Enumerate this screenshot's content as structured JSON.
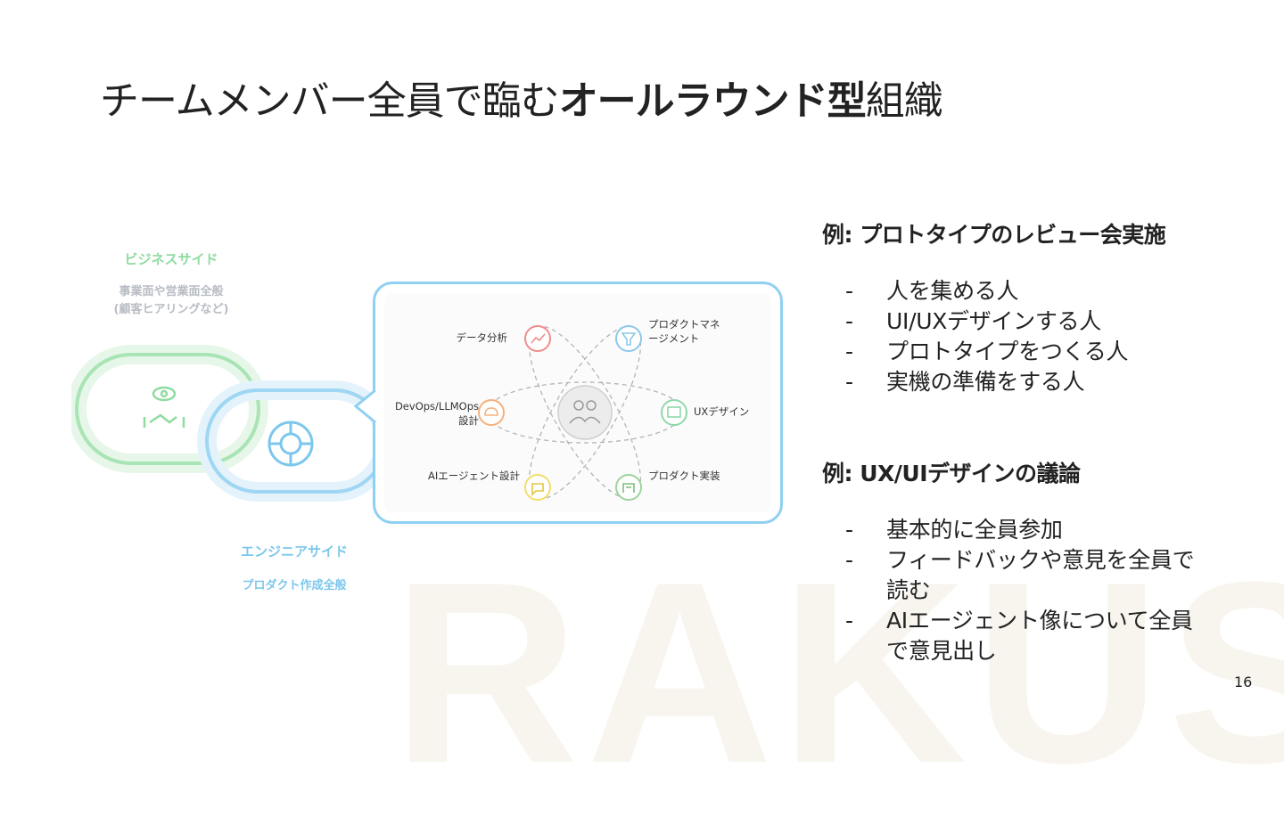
{
  "slide": {
    "watermark": "RAKUS",
    "title_prefix": "チームメンバー全員で臨む",
    "title_bold": "オールラウンド型",
    "title_suffix": "組織",
    "page_number": "16"
  },
  "diagram": {
    "business_label": "ビジネスサイド",
    "business_desc_line1": "事業面や営業面全般",
    "business_desc_line2": "(顧客ヒアリングなど)",
    "engineer_label": "エンジニアサイド",
    "engineer_desc": "プロダクト作成全般",
    "nodes": {
      "data_analysis": "データ分析",
      "pm_line1": "プロダクトマネ",
      "pm_line2": "ージメント",
      "devops_line1": "DevOps/LLMOps",
      "devops_line2": "設計",
      "ux_design": "UXデザイン",
      "ai_agent": "AIエージェント設計",
      "implementation": "プロダクト実装"
    },
    "colors": {
      "business": "#8fdca0",
      "engineer": "#7cc7ec",
      "data_analysis": "#f08c8c",
      "pm": "#8cc8ea",
      "devops": "#f5b07a",
      "ux": "#8fd8a8",
      "ai_agent": "#f2de6a",
      "implementation": "#9cd49c"
    }
  },
  "examples": {
    "heading1": "例: プロトタイプのレビュー会実施",
    "list1": [
      "人を集める人",
      "UI/UXデザインする人",
      "プロトタイプをつくる人",
      "実機の準備をする人"
    ],
    "heading2": "例: UX/UIデザインの議論",
    "list2": [
      "基本的に全員参加",
      "フィードバックや意見を全員で読む",
      "AIエージェント像について全員で意見出し"
    ]
  }
}
